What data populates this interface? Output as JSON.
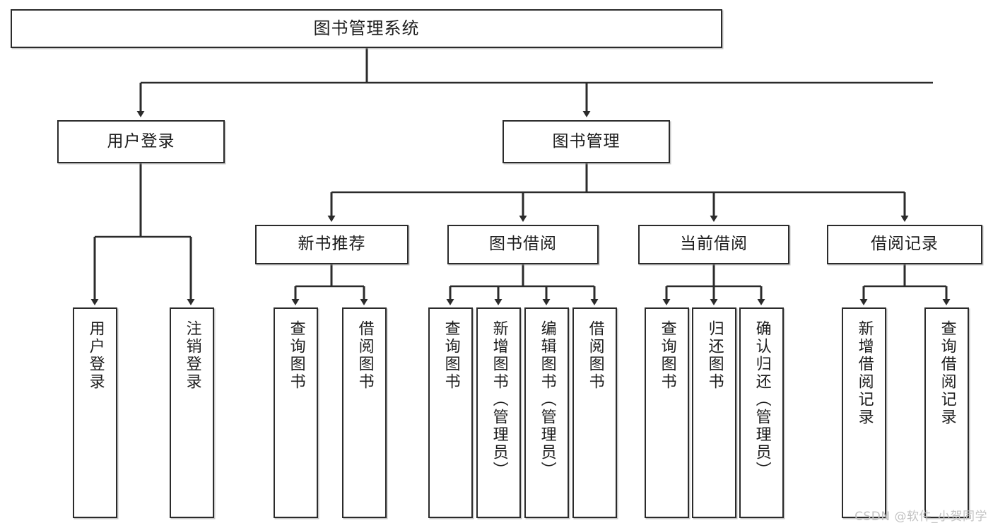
{
  "diagram": {
    "title": "图书管理系统",
    "watermark": "CSDN @软件_小贺同学",
    "colors": {
      "stroke": "#2b2b2b",
      "fill": "#ffffff",
      "text": "#1d1d1d",
      "watermark": "#c2c2c2"
    }
  },
  "nodes": {
    "root": {
      "label": "图书管理系统"
    },
    "level2": [
      {
        "label": "用户登录"
      },
      {
        "label": "图书管理"
      }
    ],
    "level3": [
      {
        "label": "新书推荐"
      },
      {
        "label": "图书借阅"
      },
      {
        "label": "当前借阅"
      },
      {
        "label": "借阅记录"
      }
    ],
    "leaves": [
      {
        "label": "用户登录"
      },
      {
        "label": "注销登录"
      },
      {
        "label": "查询图书"
      },
      {
        "label": "借阅图书"
      },
      {
        "label": "查询图书"
      },
      {
        "label": "新增图书（管理员）"
      },
      {
        "label": "编辑图书（管理员）"
      },
      {
        "label": "借阅图书"
      },
      {
        "label": "查询图书"
      },
      {
        "label": "归还图书"
      },
      {
        "label": "确认归还（管理员）"
      },
      {
        "label": "新增借阅记录"
      },
      {
        "label": "查询借阅记录"
      }
    ]
  }
}
